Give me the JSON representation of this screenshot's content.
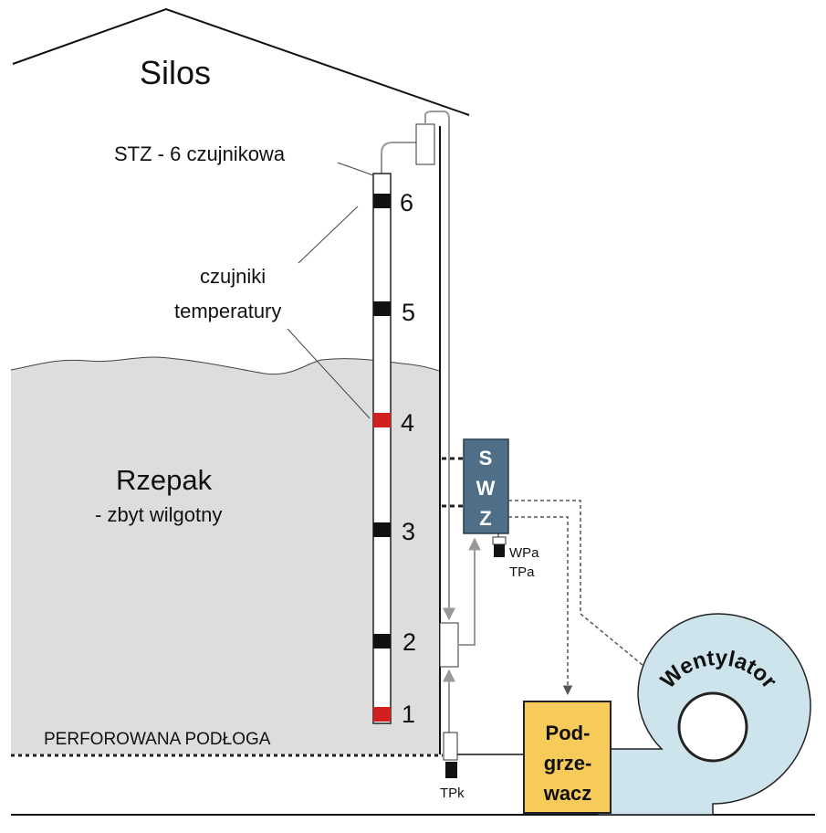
{
  "title": "Silos",
  "probe_label": "STZ - 6 czujnikowa",
  "sensors_label_line1": "czujniki",
  "sensors_label_line2": "temperatury",
  "grain_title": "Rzepak",
  "grain_subtitle": "- zbyt wilgotny",
  "floor_label": "PERFOROWANA PODŁOGA",
  "sensor_numbers": [
    "6",
    "5",
    "4",
    "3",
    "2",
    "1"
  ],
  "controller_letters": [
    "S",
    "W",
    "Z"
  ],
  "ambient_sensor_line1": "WPa",
  "ambient_sensor_line2": "TPa",
  "duct_sensor": "TPk",
  "heater_line1": "Pod-",
  "heater_line2": "grze-",
  "heater_line3": "wacz",
  "fan_label": "Wentylator",
  "colors": {
    "grain": "#dddddd",
    "controller": "#4f6f88",
    "heater": "#f7cb5a",
    "fan": "#cde4ec",
    "sensor_hot": "#d21f1f",
    "sensor_normal": "#111111",
    "signal_line": "#999999"
  }
}
